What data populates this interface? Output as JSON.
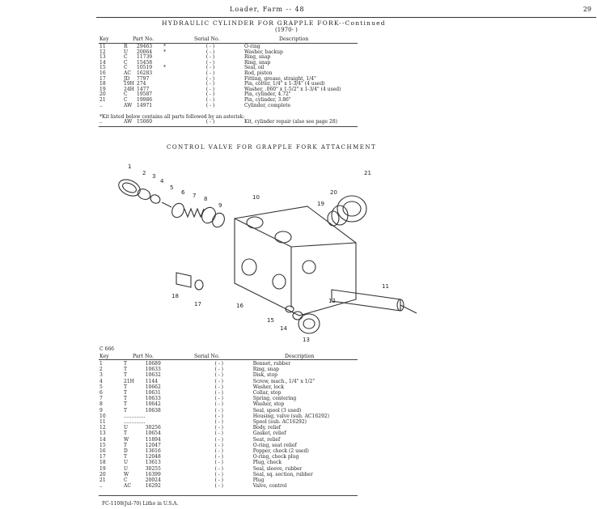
{
  "header": {
    "title": "Loader, Farm -- 48",
    "page_number": "29"
  },
  "section1": {
    "title": "HYDRAULIC CYLINDER FOR GRAPPLE FORK--Continued",
    "subtitle": "(1970-   )",
    "columns": {
      "key": "Key",
      "part_no": "Part No.",
      "serial_no": "Serial No.",
      "description": "Description"
    },
    "rows": [
      {
        "key": "11",
        "prefix": "R",
        "num": "29463",
        "star": "*",
        "serial": "-",
        "desc": "O-ring"
      },
      {
        "key": "12",
        "prefix": "U",
        "num": "20064",
        "star": "*",
        "serial": "-",
        "desc": "Washer, backup"
      },
      {
        "key": "13",
        "prefix": "C",
        "num": "11739",
        "star": "",
        "serial": "-",
        "desc": "Ring, snap"
      },
      {
        "key": "14",
        "prefix": "C",
        "num": "15458",
        "star": "",
        "serial": "-",
        "desc": "Ring, snap"
      },
      {
        "key": "15",
        "prefix": "C",
        "num": "10519",
        "star": "*",
        "serial": "-",
        "desc": "Seal, oil"
      },
      {
        "key": "16",
        "prefix": "AC",
        "num": "16283",
        "star": "",
        "serial": "-",
        "desc": "Rod, piston"
      },
      {
        "key": "17",
        "prefix": "JD",
        "num": "7797",
        "star": "",
        "serial": "-",
        "desc": "Fitting, grease, straight, 1/4\""
      },
      {
        "key": "18",
        "prefix": "19H",
        "num": "274",
        "star": "",
        "serial": "-",
        "desc": "Pin, cotter, 1/4\" x 1-3/4\" (4 used)"
      },
      {
        "key": "19",
        "prefix": "24H",
        "num": "1477",
        "star": "",
        "serial": "-",
        "desc": "Washer, .060\" x 1-5/2\" x 1-3/4\" (4 used)"
      },
      {
        "key": "20",
        "prefix": "C",
        "num": "19587",
        "star": "",
        "serial": "-",
        "desc": "Pin, cylinder, 4.72\""
      },
      {
        "key": "21",
        "prefix": "C",
        "num": "19986",
        "star": "",
        "serial": "-",
        "desc": "Pin, cylinder, 3.86\""
      },
      {
        "key": "..",
        "prefix": "AW",
        "num": "14971",
        "star": "",
        "serial": "-",
        "desc": "Cylinder, complete"
      }
    ],
    "note": "*Kit listed below contains all parts followed by an asterisk:",
    "kit_row": {
      "key": "..",
      "prefix": "AW",
      "num": "15060",
      "serial": "-",
      "desc": "Kit, cylinder repair (also see page 28)"
    }
  },
  "section2": {
    "title": "CONTROL VALVE FOR GRAPPLE FORK ATTACHMENT",
    "ref": "C 666",
    "columns": {
      "key": "Key",
      "part_no": "Part No.",
      "serial_no": "Serial No.",
      "description": "Description"
    },
    "rows": [
      {
        "key": "1",
        "prefix": "T",
        "num": "10689",
        "serial": "-",
        "desc": "Bonnet, rubber"
      },
      {
        "key": "2",
        "prefix": "T",
        "num": "10633",
        "serial": "-",
        "desc": "Ring, snap"
      },
      {
        "key": "3",
        "prefix": "T",
        "num": "10632",
        "serial": "-",
        "desc": "Disk, stop"
      },
      {
        "key": "4",
        "prefix": "21H",
        "num": "1144",
        "serial": "-",
        "desc": "Screw, mach., 1/4\" x 1/2\""
      },
      {
        "key": "5",
        "prefix": "T",
        "num": "10662",
        "serial": "-",
        "desc": "Washer, lock"
      },
      {
        "key": "6",
        "prefix": "T",
        "num": "10631",
        "serial": "-",
        "desc": "Collar, stop"
      },
      {
        "key": "7",
        "prefix": "T",
        "num": "10633",
        "serial": "-",
        "desc": "Spring, centering"
      },
      {
        "key": "8",
        "prefix": "T",
        "num": "10642",
        "serial": "-",
        "desc": "Washer, stop"
      },
      {
        "key": "9",
        "prefix": "T",
        "num": "10638",
        "serial": "-",
        "desc": "Seal, spool (3 used)"
      },
      {
        "key": "10",
        "prefix": "..............",
        "num": "",
        "serial": "-",
        "desc": "Housing, valve (sub. AC16292)"
      },
      {
        "key": "11",
        "prefix": "..............",
        "num": "",
        "serial": "-",
        "desc": "Spool (sub. AC16292)"
      },
      {
        "key": "12",
        "prefix": "U",
        "num": "30256",
        "serial": "-",
        "desc": "Body, relief"
      },
      {
        "key": "13",
        "prefix": "T",
        "num": "10654",
        "serial": "-",
        "desc": "Gasket, relief"
      },
      {
        "key": "14",
        "prefix": "W",
        "num": "11894",
        "serial": "-",
        "desc": "Seat, relief"
      },
      {
        "key": "15",
        "prefix": "T",
        "num": "12047",
        "serial": "-",
        "desc": "O-ring, seat relief"
      },
      {
        "key": "16",
        "prefix": "D",
        "num": "13616",
        "serial": "-",
        "desc": "Popper, check (2 used)"
      },
      {
        "key": "17",
        "prefix": "T",
        "num": "12048",
        "serial": "-",
        "desc": "O-ring, check plug"
      },
      {
        "key": "18",
        "prefix": "U",
        "num": "13613",
        "serial": "-",
        "desc": "Plug, check"
      },
      {
        "key": "19",
        "prefix": "U",
        "num": "30255",
        "serial": "-",
        "desc": "Seal, sleeve, rubber"
      },
      {
        "key": "20",
        "prefix": "W",
        "num": "16399",
        "serial": "-",
        "desc": "Seal, sq. section, rubber"
      },
      {
        "key": "21",
        "prefix": "C",
        "num": "20024",
        "serial": "-",
        "desc": "Plug"
      },
      {
        "key": "..",
        "prefix": "AC",
        "num": "16292",
        "serial": "-",
        "desc": "Valve, control"
      }
    ]
  },
  "diagram": {
    "callouts": [
      "1",
      "2",
      "3",
      "4",
      "5",
      "6",
      "7",
      "8",
      "9",
      "10",
      "11",
      "12",
      "13",
      "14",
      "15",
      "16",
      "17",
      "18",
      "19",
      "20",
      "21"
    ]
  },
  "footer": "FC-1108(Jul-70)   Litho in U.S.A."
}
